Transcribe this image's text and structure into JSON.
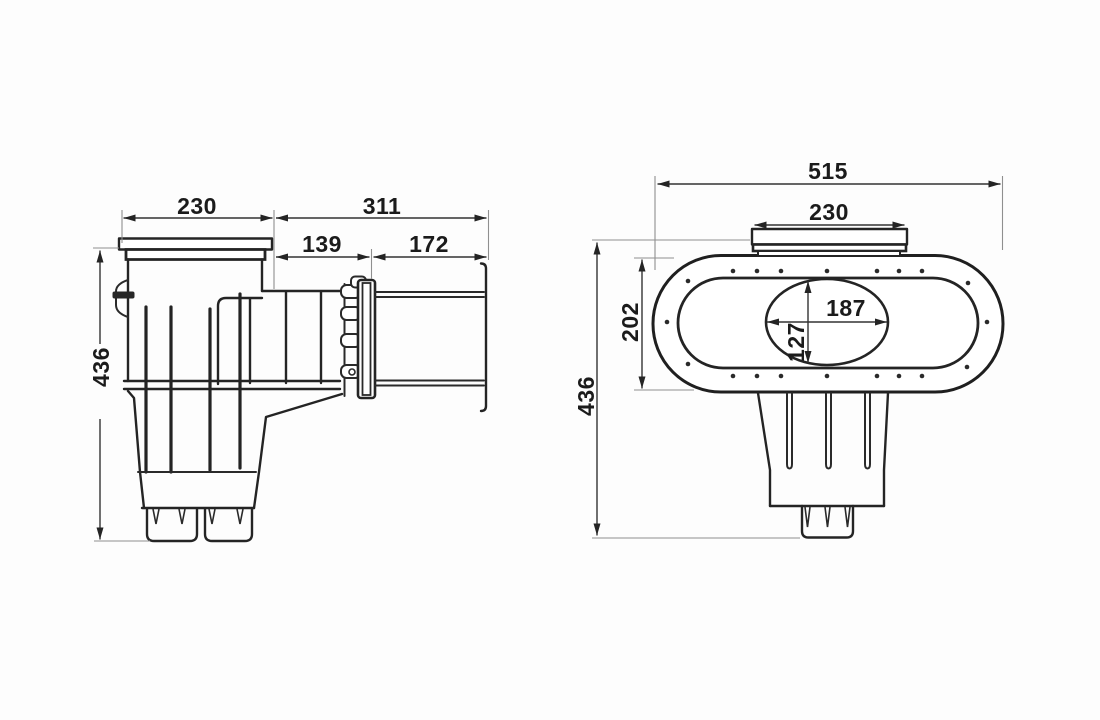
{
  "colors": {
    "background": "#fdfdfd",
    "ink": "#242424",
    "dimension_line": "#333333",
    "extension_line": "#8f8f8f"
  },
  "side_view": {
    "dimensions": {
      "lid_width": "230",
      "overall_depth": "311",
      "throat_length": "139",
      "pipe_length": "172",
      "overall_height": "436"
    }
  },
  "front_view": {
    "dimensions": {
      "overall_width": "515",
      "lid_width": "230",
      "faceplate_height": "202",
      "opening_width": "187",
      "opening_height": "127",
      "overall_height": "436"
    }
  }
}
